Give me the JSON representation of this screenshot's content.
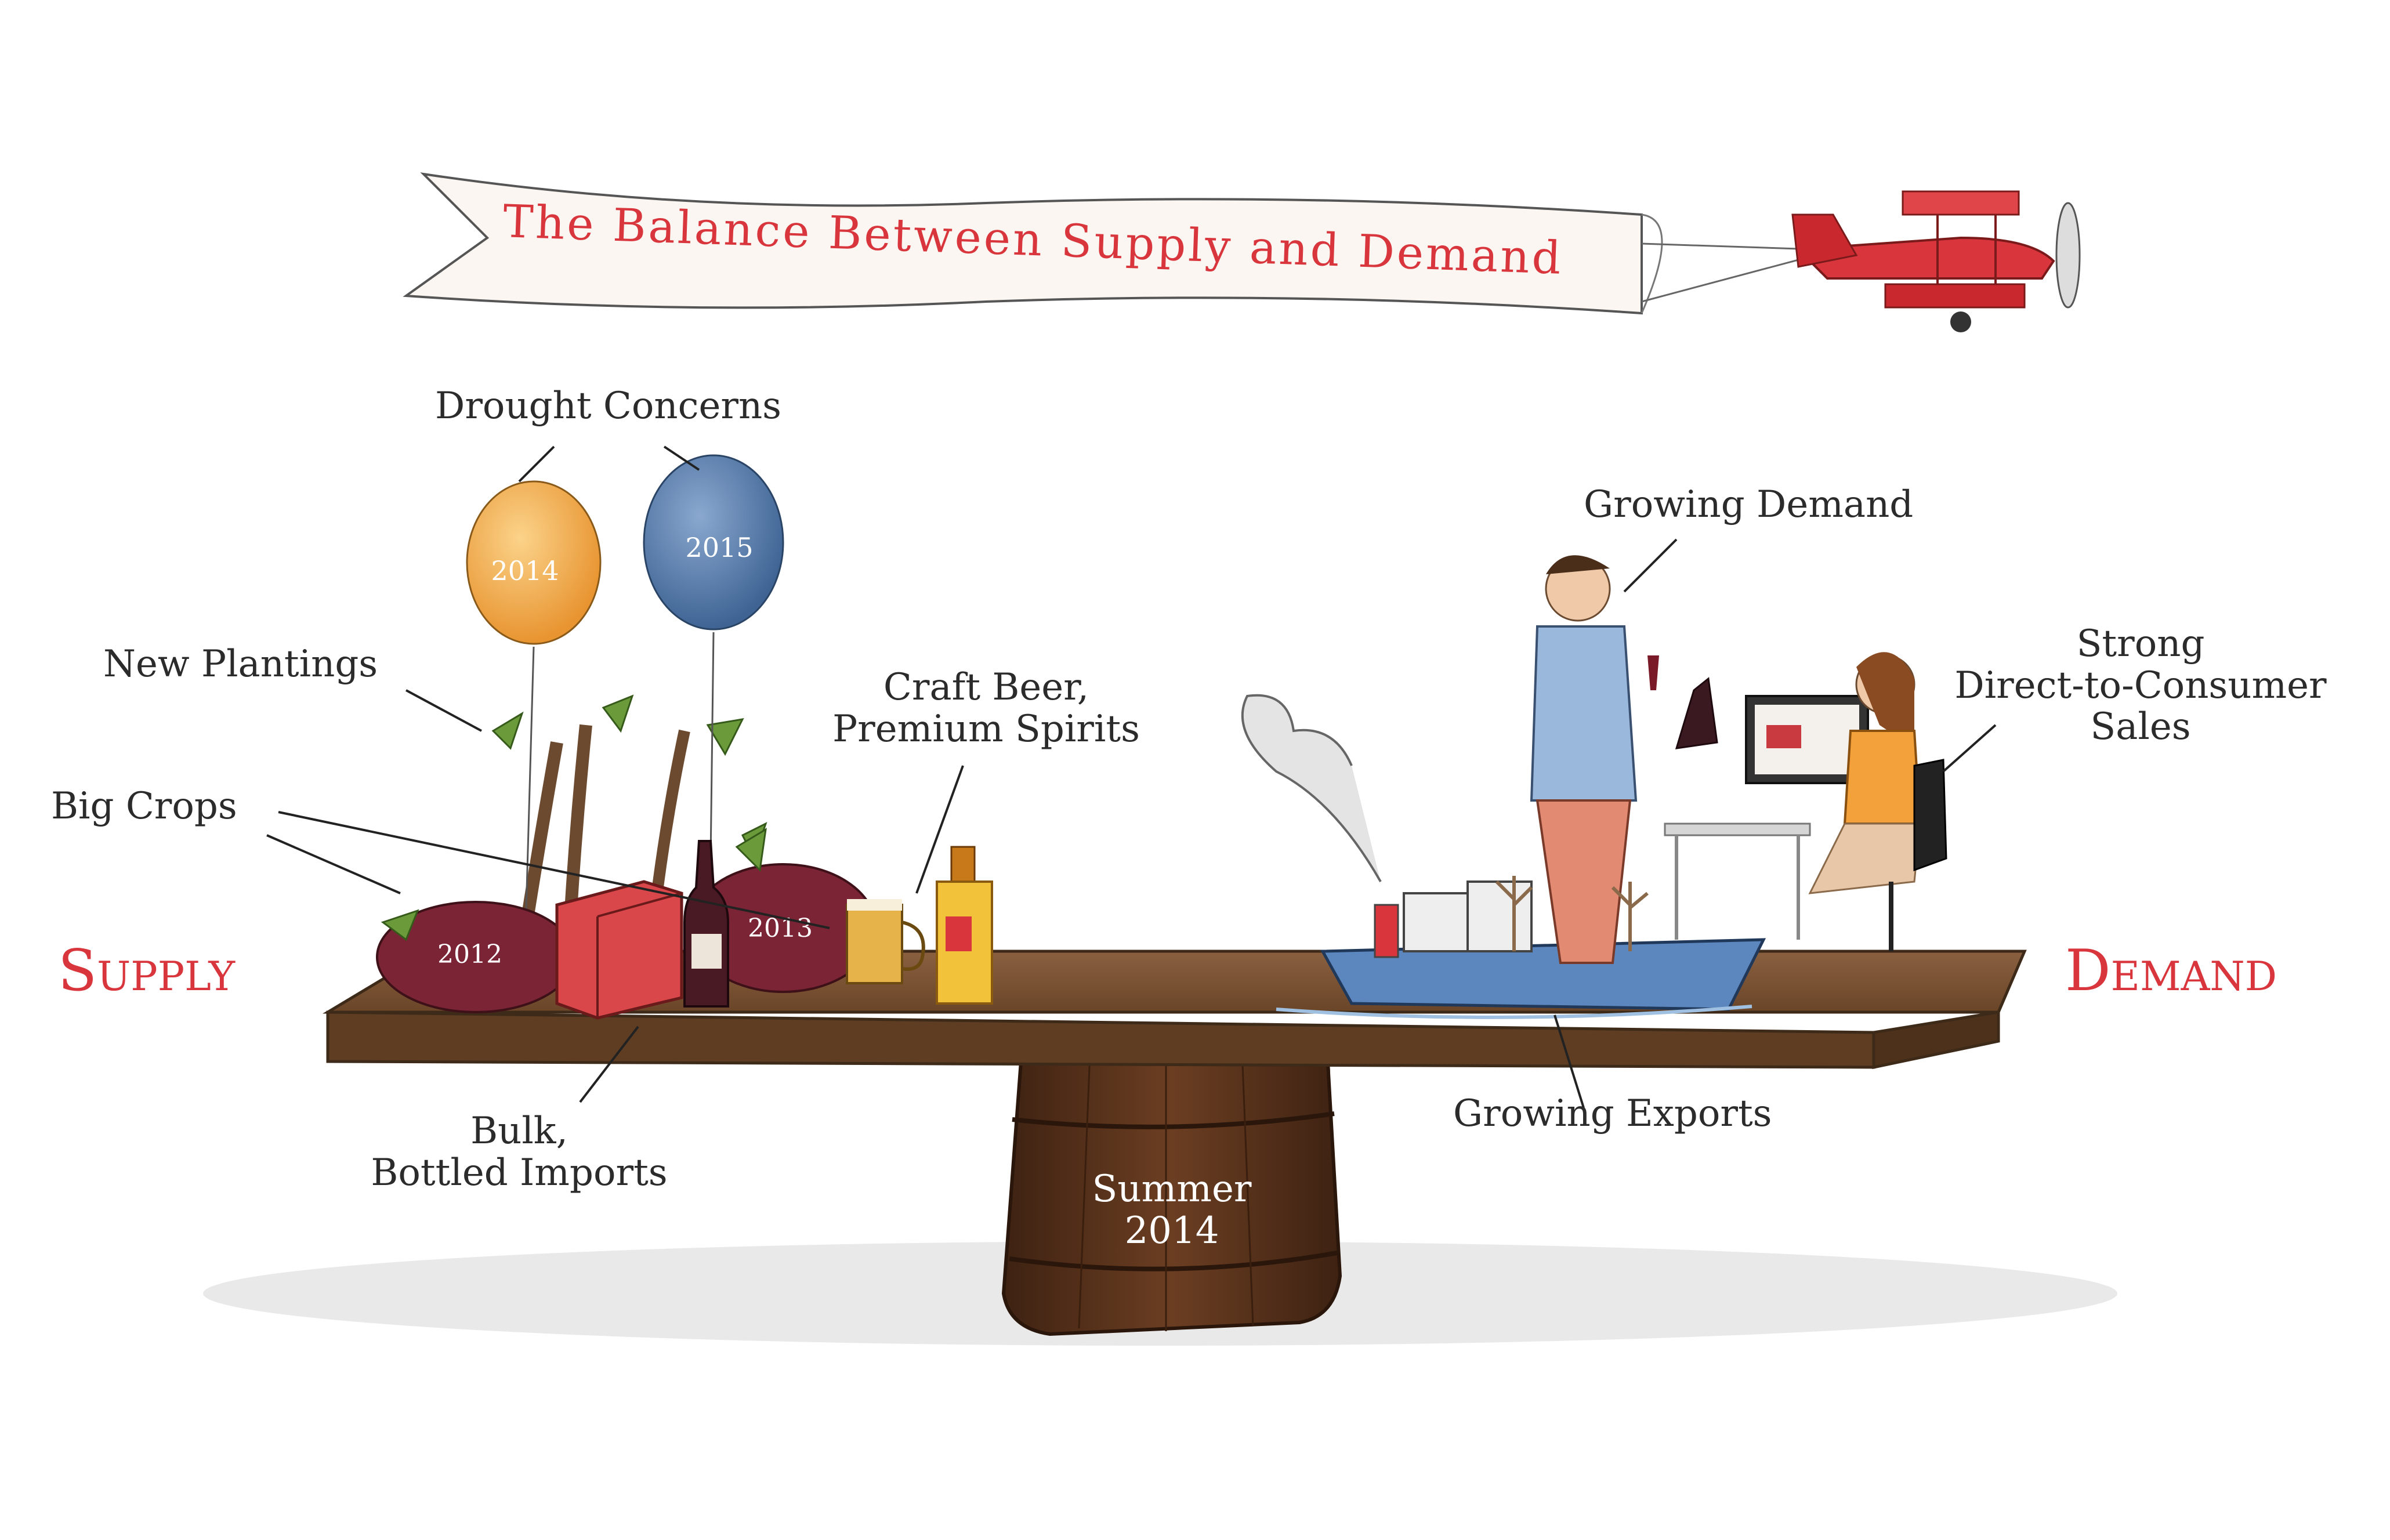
{
  "title": "The Balance Between Supply and Demand",
  "side_labels": {
    "supply": "Supply",
    "demand": "Demand"
  },
  "supply_labels": {
    "drought": "Drought Concerns",
    "new_plantings": "New Plantings",
    "big_crops": "Big Crops",
    "craft_beer_1": "Craft Beer,",
    "craft_beer_2": "Premium Spirits",
    "bulk_1": "Bulk,",
    "bulk_2": "Bottled Imports"
  },
  "demand_labels": {
    "growing_demand": "Growing Demand",
    "direct_1": "Strong",
    "direct_2": "Direct-to-Consumer",
    "direct_3": "Sales",
    "exports": "Growing Exports"
  },
  "balloons": {
    "left_year": "2014",
    "right_year": "2015"
  },
  "grape_years": {
    "left": "2012",
    "right": "2013"
  },
  "fulcrum": {
    "line1": "Summer",
    "line2": "2014"
  },
  "colors": {
    "accent_red": "#d8353c",
    "balloon_orange": "#f2a743",
    "balloon_blue": "#5b7fae",
    "board_brown": "#6b4a30",
    "barrel_brown": "#5a3420"
  }
}
